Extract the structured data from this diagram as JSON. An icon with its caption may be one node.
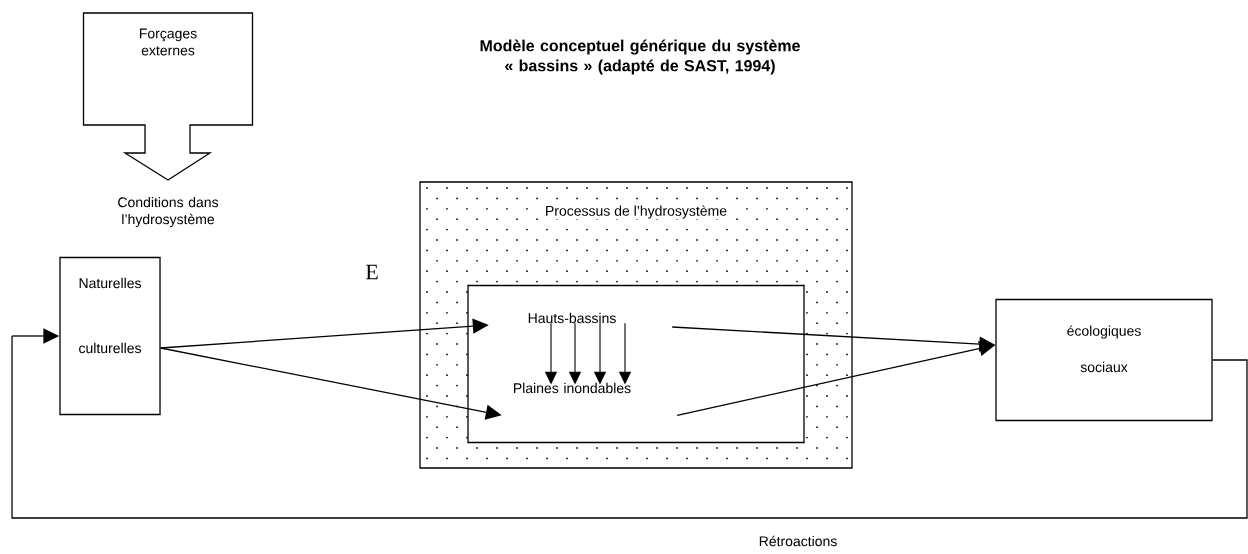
{
  "diagram": {
    "title": "Modèle conceptuel générique du système « bassins » (adapté de SAST, 1994)",
    "nodes": [
      {
        "text": [
          "Forçages externes"
        ]
      },
      {
        "text": [
          "Naturelles",
          "culturelles"
        ]
      },
      {
        "text": [
          "Processus de l’hydrosystème"
        ]
      },
      {
        "text": [],
        "shape": "box",
        "in": 2
      },
      {
        "text": [
          "Hauts-bassins"
        ],
        "in": 3
      },
      {
        "text": [
          "Plaines inondables"
        ],
        "in": 3
      },
      {
        "text": [
          "écologiques",
          "sociaux"
        ]
      }
    ],
    "edges": [
      {
        "from": 1,
        "to": 4,
        "arrow": "to"
      },
      {
        "from": 1,
        "to": 5,
        "arrow": "to"
      },
      {
        "from": 4,
        "to": 5,
        "arrow": "to"
      },
      {
        "from": 4,
        "to": 5,
        "arrow": "to"
      },
      {
        "from": 4,
        "to": 5,
        "arrow": "to"
      },
      {
        "from": 4,
        "to": 5,
        "arrow": "to"
      },
      {
        "from": 4,
        "to": 6,
        "arrow": "to"
      },
      {
        "from": 5,
        "to": 6,
        "arrow": "to"
      },
      {
        "from": 6,
        "to": 1,
        "arrow": "to"
      }
    ],
    "labels": [
      "Conditions dans l’hydrosystème",
      "E",
      "Rétroactions"
    ]
  }
}
